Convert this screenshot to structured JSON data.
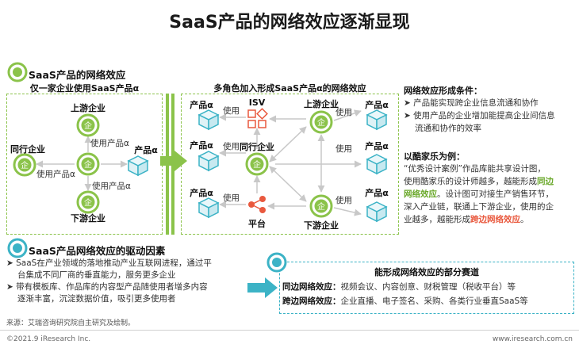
{
  "title": "SaaS产品的网络效应逐渐显现",
  "section1": {
    "title": "SaaS产品的网络效应",
    "left_subtitle": "仅一家企业使用SaaS产品α",
    "right_subtitle": "多角色加入形成SaaS产品α的网络效应"
  },
  "left_diagram": {
    "upstream": "上游企业",
    "peer": "同行企业",
    "downstream": "下游企业",
    "product": "产品α",
    "use_product_top": "使用产品α",
    "use_product_left": "使用产品α",
    "use_product_bottom": "使用产品α",
    "company_char": "企"
  },
  "right_diagram": {
    "isv": "ISV",
    "upstream": "上游企业",
    "peer": "同行企业",
    "downstream": "下游企业",
    "platform": "平台",
    "product": "产品α",
    "use": "使用",
    "company_char": "企"
  },
  "conditions": {
    "title": "网络效应形成条件：",
    "items": [
      "产品能实现跨企业信息流通和协作",
      "使用产品的企业增加能提高企业间信息",
      "流通和协作的效率"
    ]
  },
  "example": {
    "title": "以酷家乐为例：",
    "lines": [
      {
        "parts": [
          {
            "t": "“优秀设计案例”作品库能共享设计图，",
            "c": ""
          }
        ]
      },
      {
        "parts": [
          {
            "t": "使用酷家乐的设计师越多，越能形成",
            "c": ""
          },
          {
            "t": "同边",
            "c": "green"
          }
        ]
      },
      {
        "parts": [
          {
            "t": "网络效应",
            "c": "green"
          },
          {
            "t": "。设计图可对接生产销售环节，",
            "c": ""
          }
        ]
      },
      {
        "parts": [
          {
            "t": "深入产业链，联通上下游企业，使用的企",
            "c": ""
          }
        ]
      },
      {
        "parts": [
          {
            "t": "业越多，越能形成",
            "c": ""
          },
          {
            "t": "跨边网络效应",
            "c": "red"
          },
          {
            "t": "。",
            "c": ""
          }
        ]
      }
    ]
  },
  "section2": {
    "title": "SaaS产品网络效应的驱动因素",
    "bullets": [
      "SaaS在产业领域的落地推动产业互联网进程，通过平",
      "台集成不同厂商的垂直能力，服务更多企业",
      "带有模板库、作品库的内容型产品随使用者增多内容",
      "逐渐丰富，沉淀数据价值，吸引更多使用者"
    ]
  },
  "tracks": {
    "title": "能形成网络效应的部分赛道",
    "same_label": "同边网络效应：",
    "same_value": "视频会议、内容创意、财税管理（税收平台）等",
    "cross_label": "跨边网络效应：",
    "cross_value": "企业直播、电子签名、采购、各类行业垂直SaaS等"
  },
  "source": "来源：艾瑞咨询研究院自主研究及绘制。",
  "footer_left": "©2021.9 iResearch Inc.",
  "footer_right": "www.iresearch.com.cn",
  "colors": {
    "green": "#8bc34a",
    "green_dark": "#6aa82a",
    "teal": "#3cb3c6",
    "red": "#e9593e",
    "gray_arrow": "#c8c8c8"
  }
}
